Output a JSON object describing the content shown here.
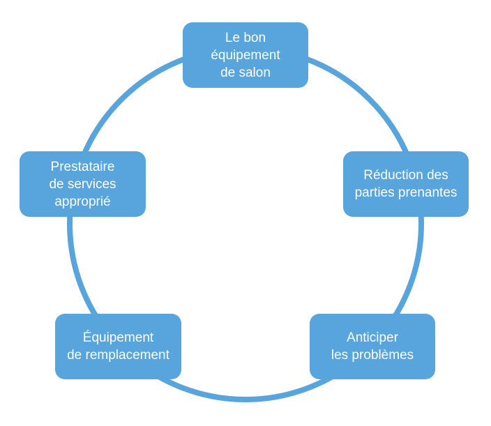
{
  "diagram": {
    "type": "cycle",
    "accent_color": "#57A5DC",
    "text_color": "#FFFFFF",
    "nodes": [
      {
        "label": "Le bon\néquipement\nde salon"
      },
      {
        "label": "Réduction des\nparties prenantes"
      },
      {
        "label": "Anticiper\nles problèmes"
      },
      {
        "label": "Équipement\nde remplacement"
      },
      {
        "label": "Prestataire\nde services\napproprié"
      }
    ]
  }
}
